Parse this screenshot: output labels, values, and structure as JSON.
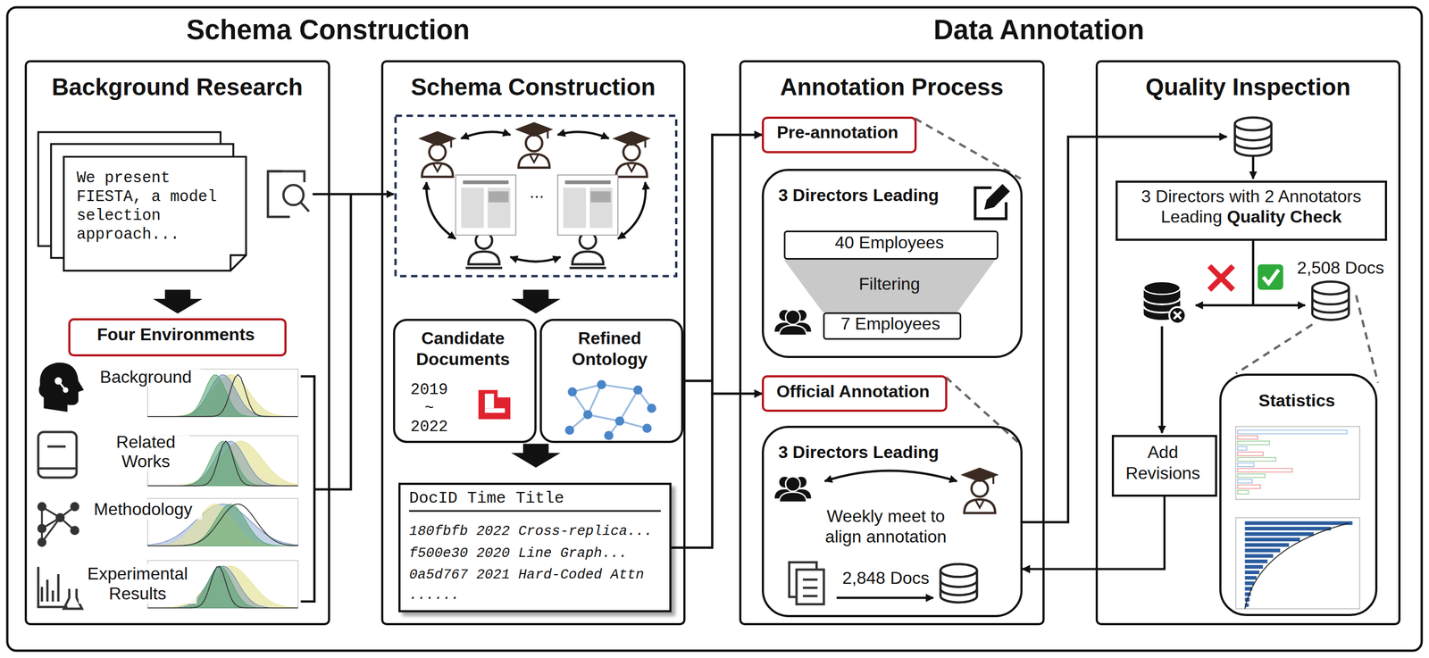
{
  "diagram": {
    "nodes": [
      {
        "text": [
          "Background Research"
        ]
      },
      {
        "text": [
          "We present FIESTA, a model selection approach..."
        ],
        "in": 0
      },
      {
        "text": [
          "Four Environments"
        ],
        "in": 0
      },
      {
        "text": [
          "Schema Construction"
        ]
      },
      {
        "text": [
          "Candidate Documents",
          "2019 ~ 2022"
        ],
        "in": 3
      },
      {
        "text": [
          "Refined Ontology"
        ],
        "in": 3
      },
      {
        "text": [
          "DocID Time Title",
          "180fbfb 2022 Cross-replica...",
          "f500e30 2020 Line Graph...",
          "0a5d767 2021 Hard-Coded Attn",
          "......"
        ],
        "in": 3
      },
      {
        "text": [
          "Annotation Process"
        ]
      },
      {
        "text": [
          "Pre-annotation"
        ],
        "in": 7
      },
      {
        "text": [
          "3 Directors Leading"
        ],
        "in": 7
      },
      {
        "text": [
          "40 Employees"
        ],
        "in": 9
      },
      {
        "text": [
          "Filtering"
        ],
        "in": 9
      },
      {
        "text": [
          "7 Employees"
        ],
        "in": 9
      },
      {
        "text": [
          "Official Annotation"
        ],
        "in": 7
      },
      {
        "text": [
          "3 Directors Leading",
          "Weekly meet to align annotation",
          "2,848 Docs"
        ],
        "in": 7
      },
      {
        "text": [
          "Quality Inspection"
        ]
      },
      {
        "text": [
          "3 Directors with 2 Annotators Leading",
          "Quality Check"
        ],
        "in": 15
      },
      {
        "text": [
          "Add Revisions"
        ],
        "in": 15
      },
      {
        "text": [
          "Statistics"
        ],
        "in": 15
      }
    ],
    "edges": [
      {
        "from": 5,
        "to": 8,
        "arrow": "to"
      },
      {
        "from": 5,
        "to": 13,
        "arrow": "to"
      },
      {
        "from": 6,
        "to": 8,
        "arrow": "to"
      },
      {
        "from": 6,
        "to": 13,
        "arrow": "to"
      },
      {
        "from": 17,
        "to": 14,
        "arrow": "to"
      }
    ],
    "labels": [
      "Schema Construction",
      "Data Annotation",
      "Background",
      "Related Works",
      "Methodology",
      "Experimental Results",
      "...",
      "2,508 Docs"
    ]
  }
}
